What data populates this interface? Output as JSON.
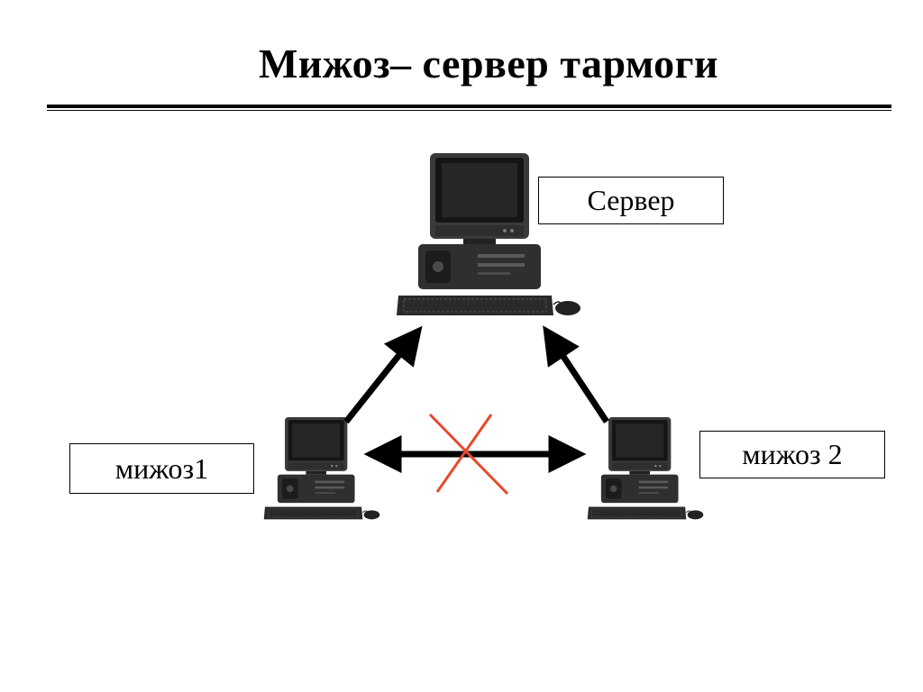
{
  "slide": {
    "title": "Мижоз– сервер тармоги"
  },
  "nodes": {
    "server": {
      "label": "Сервер"
    },
    "client1": {
      "label": "мижоз1"
    },
    "client2": {
      "label": "мижоз 2"
    }
  },
  "icons": {
    "server": "desktop-computer-icon",
    "client": "desktop-computer-icon",
    "blocked": "red-cross-icon"
  },
  "colors": {
    "arrow": "#000000",
    "cross": "#e8492a",
    "computer_body": "#2b2b2b"
  }
}
